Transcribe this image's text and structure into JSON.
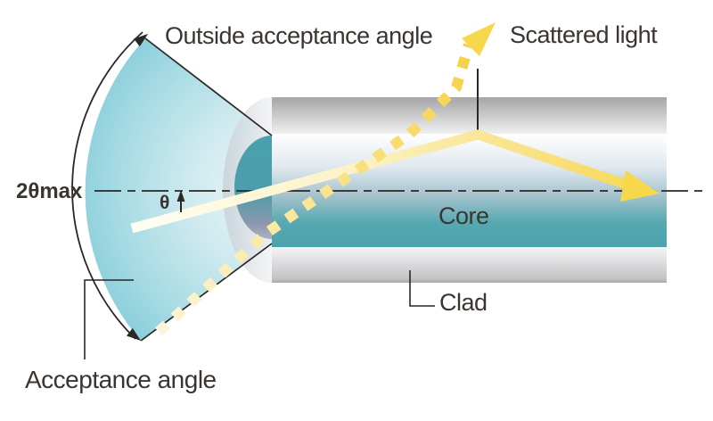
{
  "labels": {
    "outside_acceptance_angle": "Outside acceptance angle",
    "scattered_light": "Scattered light",
    "two_theta_max": "2θmax",
    "theta": "θ",
    "core": "Core",
    "clad": "Clad",
    "acceptance_angle": "Acceptance angle"
  },
  "colors": {
    "background": "#ffffff",
    "text": "#3a3531",
    "line": "#2b2723",
    "core_teal": "#4aa4ad",
    "clad_gray": "#c3c3c6",
    "cone_blue": "#8fd0dc",
    "ray_yellow": "#f7d74b",
    "ray_pale": "#fdf8e0"
  }
}
